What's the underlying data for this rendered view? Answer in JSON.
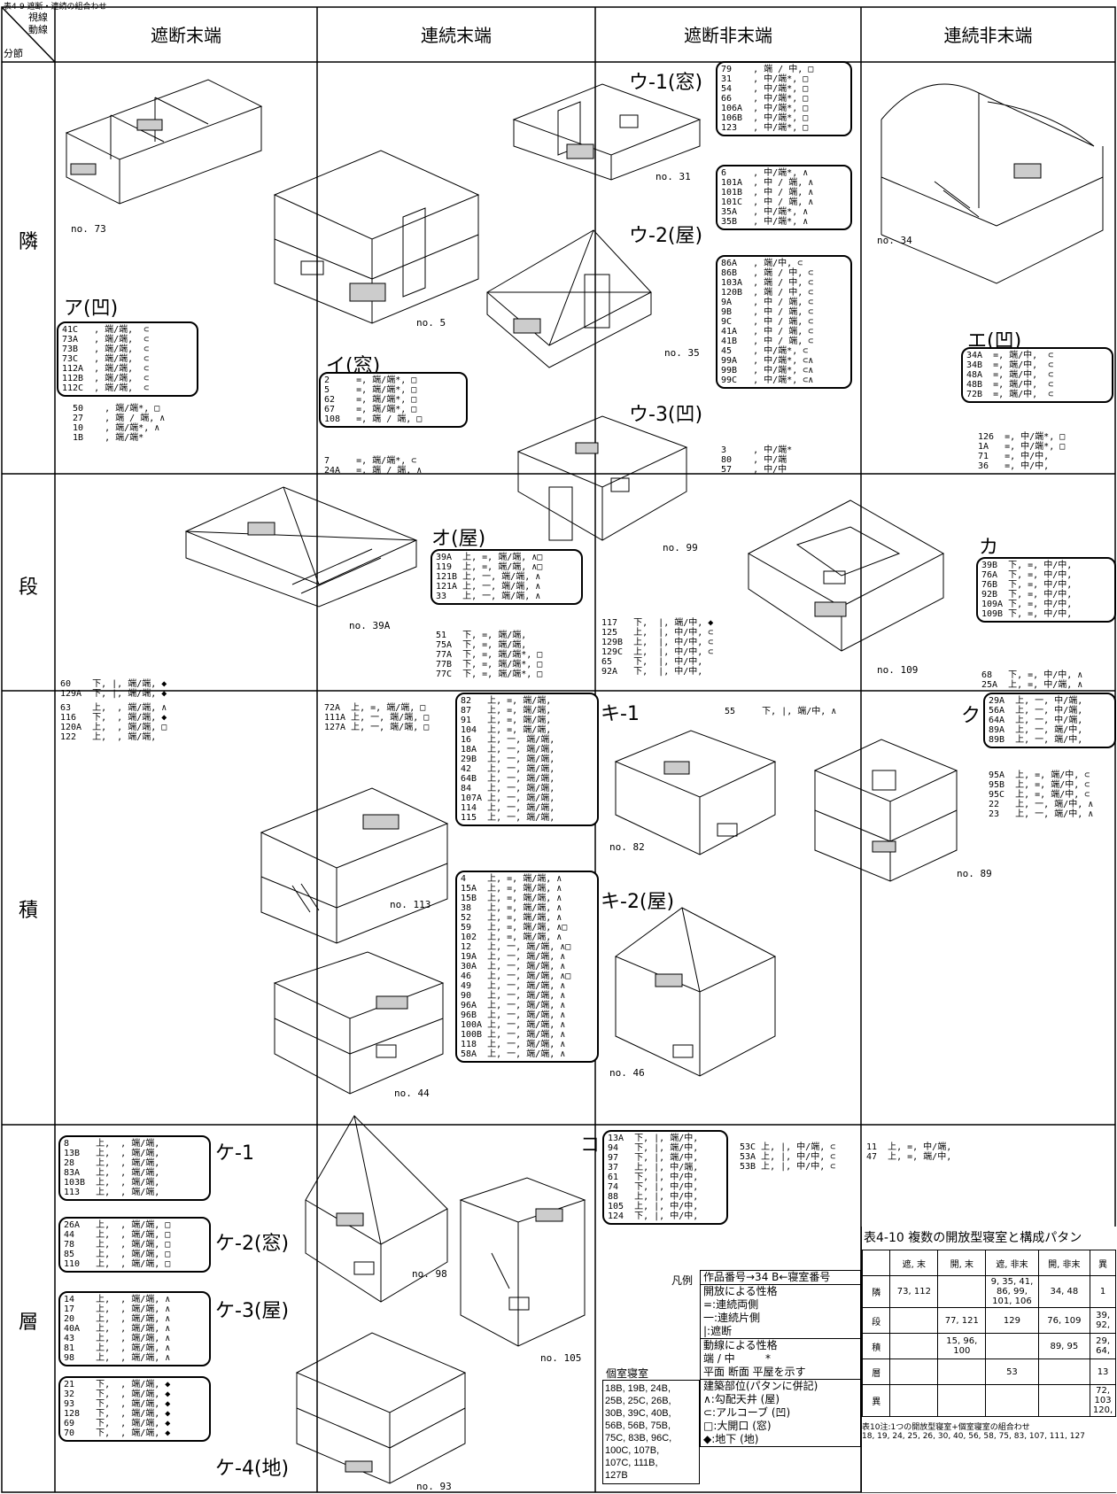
{
  "top_caption": "表4-9 遮断・連続の組合わせ",
  "corner": {
    "a": "視線",
    "b": "動線",
    "c": "分節"
  },
  "columns": [
    "遮断末端",
    "連続末端",
    "遮断非末端",
    "連続非末端"
  ],
  "rows": [
    "隣",
    "段",
    "積",
    "層"
  ],
  "type_labels": {
    "a": "ア(凹)",
    "i": "イ(窓)",
    "u1": "ウ-1(窓)",
    "u2": "ウ-2(屋)",
    "u3": "ウ-3(凹)",
    "e": "エ(凹)",
    "o": "オ(屋)",
    "ka": "カ",
    "ki1": "キ-1",
    "ki2": "キ-2(屋)",
    "ku": "ク",
    "ke1": "ケ-1",
    "ke2": "ケ-2(窓)",
    "ke3": "ケ-3(屋)",
    "ke4": "ケ-4(地)",
    "ko": "コ"
  },
  "drawing_labels": {
    "n73": "no. 73",
    "n5": "no. 5",
    "n31": "no. 31",
    "n35": "no. 35",
    "n34": "no. 34",
    "n39a": "no. 39A",
    "n99": "no. 99",
    "n109": "no. 109",
    "n113": "no. 113",
    "n44": "no. 44",
    "n82": "no. 82",
    "n46": "no. 46",
    "n89": "no. 89",
    "n98": "no. 98",
    "n105": "no. 105",
    "n93": "no. 93"
  },
  "lists": {
    "a_box": "41C   , 端/端,  ⊂\n73A   , 端/端,  ⊂\n73B   , 端/端,  ⊂\n73C   , 端/端,  ⊂\n112A  , 端/端,  ⊂\n112B  , 端/端,  ⊂\n112C  , 端/端,  ⊂",
    "a_plain": "50    , 端/端*, □\n27    , 端 / 端, ∧\n10    , 端/端*, ∧\n1B    , 端/端*",
    "i_box": "2     =, 端/端*, □\n5     =, 端/端*, □\n62    =, 端/端*, □\n67    =, 端/端*, □\n108   =, 端 / 端, □",
    "i_plain": "7     =, 端/端*, ⊂\n24A   =, 端 / 端, ∧",
    "u1_box": "79    , 端 / 中, □\n31    , 中/端*, □\n54    , 中/端*, □\n66    , 中/端*, □\n106A  , 中/端*, □\n106B  , 中/端*, □\n123   , 中/端*, □",
    "u1b_box": "6     , 中/端*, ∧\n101A  , 中 / 端, ∧\n101B  , 中 / 端, ∧\n101C  , 中 / 端, ∧\n35A   , 中/端*, ∧\n35B   , 中/端*, ∧",
    "u2_box": "86A   , 端/中, ⊂\n86B   , 端 / 中, ⊂\n103A  , 端 / 中, ⊂\n120B  , 端 / 中, ⊂\n9A    , 中 / 端, ⊂\n9B    , 中 / 端, ⊂\n9C    , 中 / 端, ⊂\n41A   , 中 / 端, ⊂\n41B   , 中 / 端, ⊂\n45    , 中/端*, ⊂\n99A   , 中/端*, ⊂∧\n99B   , 中/端*, ⊂∧\n99C   , 中/端*, ⊂∧",
    "u3_plain": "3     , 中/端*\n80    , 中/端\n57    , 中/中",
    "e_box": "34A  =, 端/中,  ⊂\n34B  =, 端/中,  ⊂\n48A  =, 端/中,  ⊂\n48B  =, 端/中,  ⊂\n72B  =, 端/中,  ⊂",
    "e_plain": "126  =, 中/端*, □\n1A   =, 中/端*, □\n71   =, 中/中,\n36   =, 中/中,",
    "dan_left": "60    下, |, 端/端, ◆\n129A  下, |, 端/端, ◆",
    "o_box": "39A  上, =, 端/端, ∧□\n119  上, =, 端/端, ∧□\n121B 上, 一, 端/端, ∧\n121A 上, 一, 端/端, ∧\n33   上, 一, 端/端, ∧",
    "o_plain": "51   下, =, 端/端,\n75A  下, =, 端/端,\n77A  下, =, 端/端*, □\n77B  下, =, 端/端*, □\n77C  下, =, 端/端*, □",
    "dan_mid": "117   下,  |, 端/中, ◆\n125   上,  |, 中/中, ⊂\n129B  上,  |, 中/中, ⊂\n129C  上,  |, 中/中, ⊂\n65    下,  |, 中/中,\n92A   下,  |, 中/中,",
    "ka_box": "39B  下, =, 中/中,\n76A  下, =, 中/中,\n76B  下, =, 中/中,\n92B  下, =, 中/中,\n109A 下, =, 中/中,\n109B 下, =, 中/中,",
    "ka_plain": "68   下, =, 中/中, ∧\n25A  上, =, 中/端, ∧",
    "seki_left": "63    上,  , 端/端, ∧\n116   下,  , 端/端, ◆\n120A  上,  , 端/端, □\n122   上,  , 端/端,",
    "seki_c2": "72A  上, =, 端/端, □\n111A 上, 一, 端/端, □\n127A 上, 一, 端/端, □",
    "seki_box1": "82   上, =, 端/端,\n87   上, =, 端/端,\n91   上, =, 端/端,\n104  上, =, 端/端,\n16   上, 一, 端/端,\n18A  上, 一, 端/端,\n29B  上, 一, 端/端,\n42   上, 一, 端/端,\n64B  上, 一, 端/端,\n84   上, 一, 端/端,\n107A 上, 一, 端/端,\n114  上, 一, 端/端,\n115  上, 一, 端/端,",
    "seki_box2": "4    上, =, 端/端, ∧\n15A  上, =, 端/端, ∧\n15B  上, =, 端/端, ∧\n38   上, =, 端/端, ∧\n52   上, =, 端/端, ∧\n59   上, =, 端/端, ∧□\n102  上, =, 端/端, ∧\n12   上, 一, 端/端, ∧□\n19A  上, 一, 端/端, ∧\n30A  上, 一, 端/端, ∧\n46   上, 一, 端/端, ∧□\n49   上, 一, 端/端, ∧\n90   上, 一, 端/端, ∧\n96A  上, 一, 端/端, ∧\n96B  上, 一, 端/端, ∧\n100A 上, 一, 端/端, ∧\n100B 上, 一, 端/端, ∧\n118  上, 一, 端/端, ∧\n58A  上, 一, 端/端, ∧",
    "ki1_note": "55     下, |, 端/中, ∧",
    "ku_box": "29A  上, 一, 中/端,\n56A  上, 一, 中/端,\n64A  上, 一, 中/端,\n89A  上, 一, 端/中,\n89B  上, 一, 端/中,",
    "ku_plain": "95A  上, =, 端/中, ⊂\n95B  上, =, 端/中, ⊂\n95C  上, =, 端/中, ⊂\n22   上, 一, 端/中, ∧\n23   上, 一, 端/中, ∧",
    "ke1_box": "8     上,  , 端/端,\n13B   上,  , 端/端,\n28    上,  , 端/端,\n83A   上,  , 端/端,\n103B  上,  , 端/端,\n113   上,  , 端/端,",
    "ke2_box": "26A   上,  , 端/端, □\n44    上,  , 端/端, □\n78    上,  , 端/端, □\n85    上,  , 端/端, □\n110   上,  , 端/端, □",
    "ke3_box": "14    上,  , 端/端, ∧\n17    上,  , 端/端, ∧\n20    上,  , 端/端, ∧\n40A   上,  , 端/端, ∧\n43    上,  , 端/端, ∧\n81    上,  , 端/端, ∧\n98    上,  , 端/端, ∧",
    "ke4_box": "21    下,  , 端/端, ◆\n32    下,  , 端/端, ◆\n93    下,  , 端/端, ◆\n128   下,  , 端/端, ◆\n69    下,  , 端/端, ◆\n70    下,  , 端/端, ◆",
    "ko_box": "13A  下, |, 端/中,\n94   下, |, 端/中,\n97   下, |, 端/中,\n37   上, |, 中/端,\n61   下, |, 中/中,\n74   下, |, 中/中,\n88   上, |, 中/中,\n105  上, |, 中/中,\n124  下, |, 中/中,",
    "ko_plain": "53C 上, |, 中/端, ⊂\n53A 上, |, 中/中, ⊂\n53B 上, |, 中/中, ⊂",
    "so_c4": "11  上, =, 中/端,\n47  上, =, 端/中,"
  },
  "legend": {
    "title": "凡例",
    "head": "作品番号→34 B←寝室番号",
    "open_title": "開放による性格",
    "open_1": "=:連続両側",
    "open_2": "一:連続片側",
    "open_3": "|:遮断",
    "move_title": "動線による性格",
    "move_1": "端 / 中         *",
    "move_2": "平面 断面  平屋を示す",
    "part_title": "建築部位(パタンに併記)",
    "part_1": "∧:勾配天井 (屋)",
    "part_2": "⊂:アルコーブ (凹)",
    "part_3": "□:大開口 (窓)",
    "part_4": "◆:地下 (地)",
    "private_title": "個室寝室",
    "private_list": "18B, 19B, 24B,\n25B, 25C, 26B,\n30B, 39C, 40B,\n56B, 56B, 75B,\n75C, 83B, 96C,\n100C, 107B,\n107C, 111B,\n127B"
  },
  "table_4_10": {
    "title": "表4-10 複数の開放型寝室と構成パタン",
    "header": [
      "",
      "遮, 末",
      "開, 末",
      "遮, 非末",
      "開, 非末",
      "異"
    ],
    "rows": [
      [
        "隣",
        "73, 112",
        "",
        "9, 35, 41,\n86, 99,\n101, 106",
        "34, 48",
        "1"
      ],
      [
        "段",
        "",
        "77, 121",
        "129",
        "76, 109",
        "39,\n92,"
      ],
      [
        "積",
        "",
        "15, 96,\n100",
        "",
        "89, 95",
        "29,\n64,"
      ],
      [
        "層",
        "",
        "",
        "53",
        "",
        "13"
      ],
      [
        "異",
        "",
        "",
        "",
        "",
        "72,\n103\n120,"
      ]
    ],
    "note": "表10注:1つの開放型寝室+個室寝室の組合わせ",
    "note2": "18, 19, 24, 25, 26, 30, 40, 56, 58, 75, 83, 107, 111, 127"
  }
}
